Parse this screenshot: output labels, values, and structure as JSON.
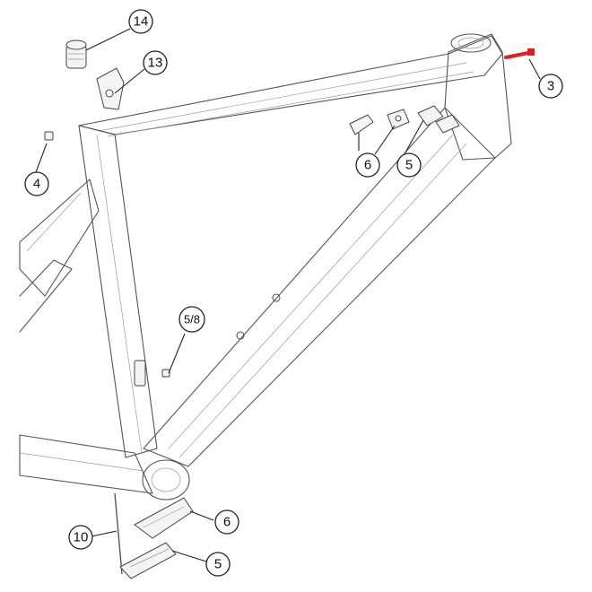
{
  "callouts": [
    {
      "id": "14",
      "label": "14"
    },
    {
      "id": "13",
      "label": "13"
    },
    {
      "id": "3",
      "label": "3"
    },
    {
      "id": "4",
      "label": "4"
    },
    {
      "id": "6-top",
      "label": "6"
    },
    {
      "id": "5-top",
      "label": "5"
    },
    {
      "id": "5-8",
      "label": "5/8"
    },
    {
      "id": "10",
      "label": "10"
    },
    {
      "id": "6-bottom",
      "label": "6"
    },
    {
      "id": "5-bottom",
      "label": "5"
    }
  ],
  "colors": {
    "frame": "#555555",
    "highlight_part": "#e02020"
  }
}
